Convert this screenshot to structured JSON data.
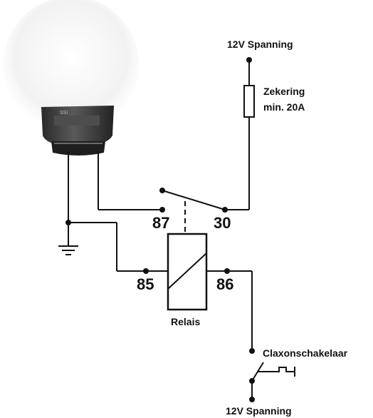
{
  "diagram": {
    "labels": {
      "supply_top": "12V Spanning",
      "fuse_line1": "Zekering",
      "fuse_line2": "min. 20A",
      "pin_87": "87",
      "pin_30": "30",
      "pin_85": "85",
      "pin_86": "86",
      "relay": "Relais",
      "switch": "Claxonschakelaar",
      "supply_bottom": "12V Spanning"
    },
    "colors": {
      "wire": "#111111",
      "horn_body": "#3a3a3a",
      "horn_dark": "#1e1e1e",
      "horn_glow": "#e9e9e9"
    }
  }
}
